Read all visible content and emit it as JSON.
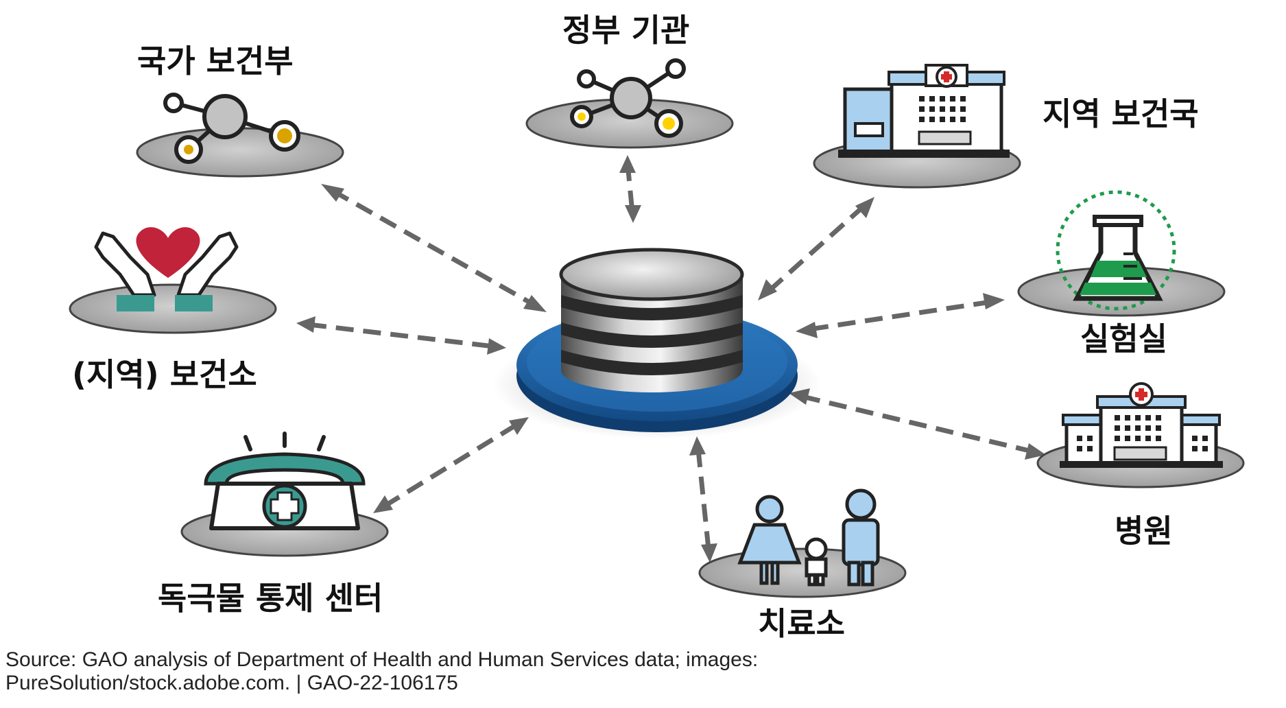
{
  "diagram": {
    "hub": {
      "name": "central-database"
    },
    "nodes": {
      "national_health_ministry": "국가 보건부",
      "government_agencies": "정부 기관",
      "regional_health_bureau": "지역 보건국",
      "laboratory": "실험실",
      "local_health_center": "(지역) 보건소",
      "hospital": "병원",
      "poison_control_center": "독극물 통제 센터",
      "clinic": "치료소"
    },
    "icons": {
      "national_health_ministry": "network-nodes-icon",
      "government_agencies": "network-nodes-icon",
      "regional_health_bureau": "hospital-building-icon",
      "laboratory": "flask-icon",
      "local_health_center": "heart-in-hands-icon",
      "hospital": "hospital-building-icon",
      "poison_control_center": "medical-phone-icon",
      "clinic": "family-icon"
    },
    "colors": {
      "arrow": "#666666",
      "hub_top": "#c8c8c8",
      "hub_bands": "#2a2a2a",
      "hub_base": "#1e63a8",
      "pedestal": "#b8b8b8",
      "icon_blue": "#a9d0ef",
      "accent_gold": "#d9a400",
      "heart_red": "#c0233a",
      "teal": "#3a9a90",
      "flask_green": "#1e9b4c"
    }
  },
  "source": {
    "line1": "Source: GAO analysis of Department of Health and Human Services data; images:",
    "line2": "PureSolution/stock.adobe.com.  |  GAO-22-106175"
  }
}
